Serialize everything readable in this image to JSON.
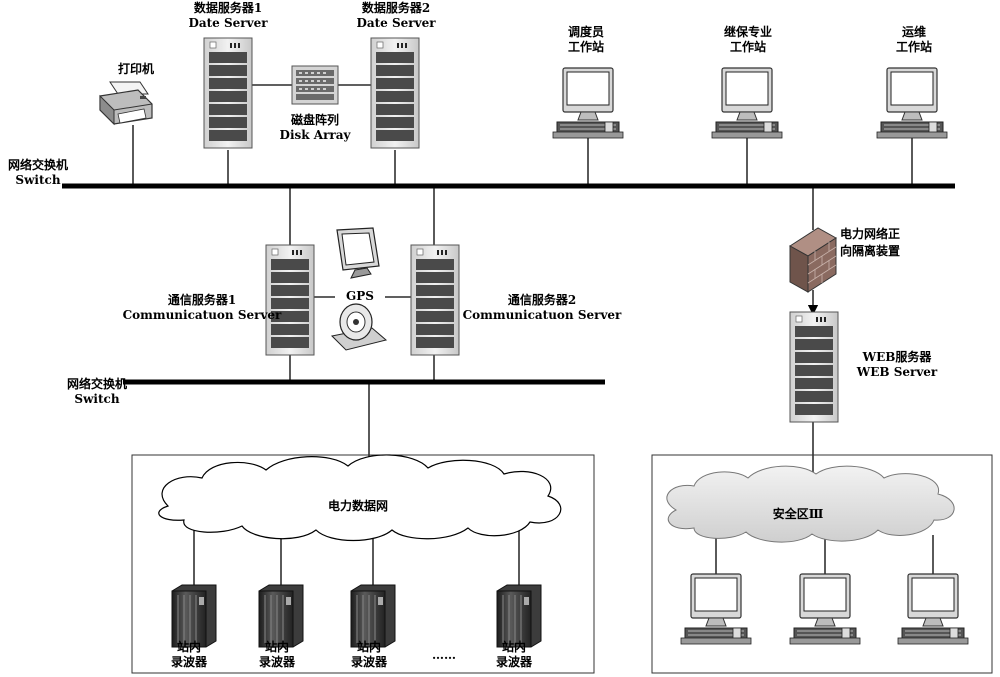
{
  "labels": {
    "data_server_1": [
      "数据服务器1",
      "Date Server"
    ],
    "data_server_2": [
      "数据服务器2",
      "Date Server"
    ],
    "printer": "打印机",
    "disk_array": [
      "磁盘阵列",
      "Disk  Array"
    ],
    "dispatcher_ws": [
      "调度员",
      "工作站"
    ],
    "relay_ws": [
      "继保专业",
      "工作站"
    ],
    "ops_ws": [
      "运维",
      "工作站"
    ],
    "switch_top": [
      "网络交换机",
      "Switch"
    ],
    "isolation_device": [
      "电力网络正",
      "向隔离装置"
    ],
    "gps": "GPS",
    "comm_server_1": [
      "通信服务器1",
      "Communicatuon Server"
    ],
    "comm_server_2": [
      "通信服务器2",
      "Communicatuon Server"
    ],
    "web_server": [
      "WEB服务器",
      "WEB Server"
    ],
    "switch_mid": [
      "网络交换机",
      "Switch"
    ],
    "power_data_net": "电力数据网",
    "security_zone": "安全区Ⅲ",
    "recorder": [
      "站内",
      "录波器"
    ],
    "ellipsis": "……"
  },
  "icons": {
    "server": "server-icon",
    "workstation": "workstation-icon",
    "printer": "printer-icon",
    "disk_array": "disk-array-icon",
    "firewall": "firewall-icon",
    "gps": "gps-receiver-icon",
    "recorder": "fault-recorder-icon"
  },
  "colors": {
    "line": "#000000",
    "server_body": "#e6e6e6",
    "server_bay": "#4a4a4a",
    "monitor_screen": "#ffffff",
    "cloud_fill": "#ffffff",
    "cloud_fill_zone3": "#dcdcdc",
    "firewall": "#8a6a60",
    "recorder": "#2a2a2a"
  }
}
